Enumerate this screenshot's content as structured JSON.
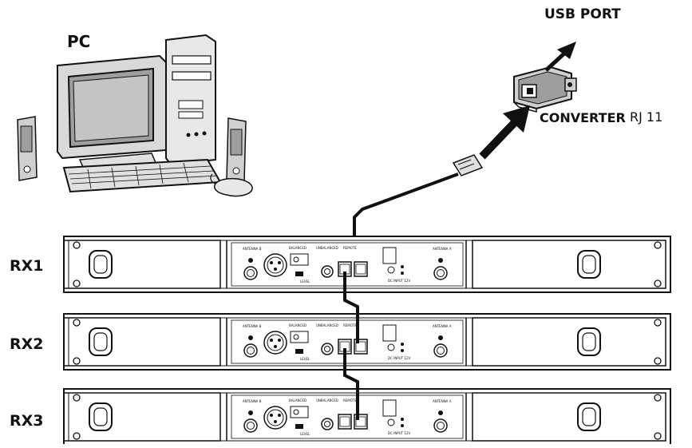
{
  "labels": {
    "pc": "PC",
    "usb_port": "USB PORT",
    "converter": "CONVERTER",
    "rj11": "RJ 11"
  },
  "receivers": [
    {
      "label": "RX1"
    },
    {
      "label": "RX2"
    },
    {
      "label": "RX3"
    }
  ],
  "colors": {
    "line": "#111111",
    "fill_gray": "#bfbfbf",
    "screen_gray": "#9e9e9e",
    "background": "#ffffff"
  }
}
